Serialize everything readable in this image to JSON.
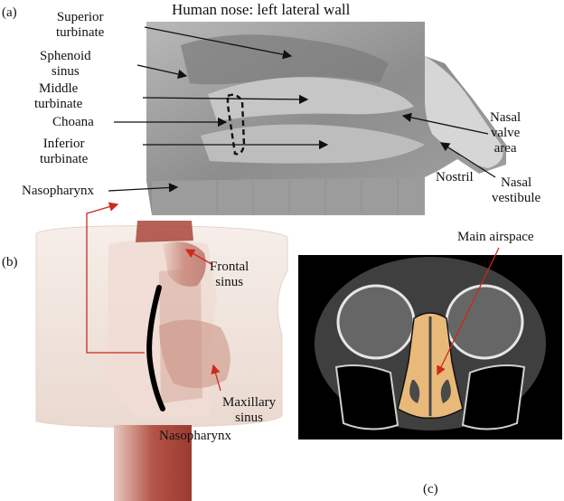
{
  "panels": {
    "a": {
      "marker": "(a)",
      "title": "Human nose: left lateral wall",
      "labels": {
        "superior_turbinate": [
          "Superior",
          "turbinate"
        ],
        "sphenoid_sinus": [
          "Sphenoid",
          "sinus"
        ],
        "middle_turbinate": [
          "Middle",
          "turbinate"
        ],
        "choana": "Choana",
        "inferior_turbinate": [
          "Inferior",
          "turbinate"
        ],
        "nasopharynx": "Nasopharynx",
        "nasal_valve_area": [
          "Nasal",
          "valve",
          "area"
        ],
        "nostril": "Nostril",
        "nasal_vestibule": [
          "Nasal",
          "vestibule"
        ]
      }
    },
    "b": {
      "marker": "(b)",
      "labels": {
        "frontal_sinus": [
          "Frontal",
          "sinus"
        ],
        "maxillary_sinus": [
          "Maxillary",
          "sinus"
        ],
        "nasopharynx": "Nasopharynx"
      }
    },
    "c": {
      "marker": "(c)",
      "labels": {
        "main_airspace": "Main airspace"
      }
    }
  },
  "colors": {
    "leader_black": "#111111",
    "leader_red": "#cc2a1a",
    "airway": "#e9b97a",
    "tissue": "#c98f80",
    "ct_background": "#000000"
  }
}
